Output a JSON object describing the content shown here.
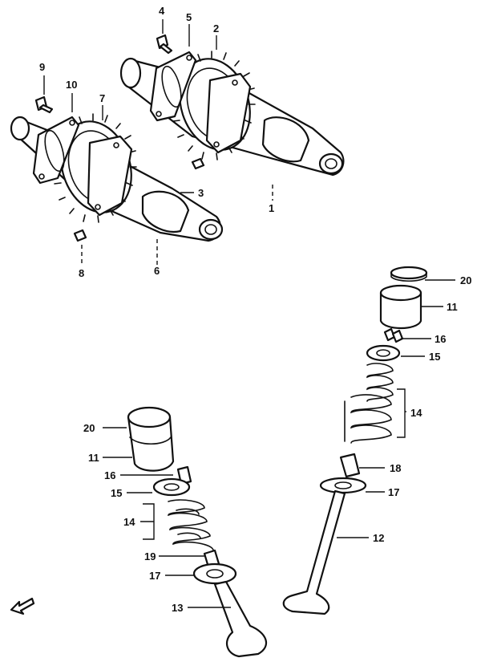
{
  "callouts": {
    "c1": "1",
    "c2": "2",
    "c3": "3",
    "c4": "4",
    "c5": "5",
    "c6": "6",
    "c7": "7",
    "c8": "8",
    "c9": "9",
    "c10": "10",
    "c11a": "11",
    "c11b": "11",
    "c12": "12",
    "c13": "13",
    "c14a": "14",
    "c14b": "14",
    "c15a": "15",
    "c15b": "15",
    "c16a": "16",
    "c16b": "16",
    "c17a": "17",
    "c17b": "17",
    "c18": "18",
    "c19": "19",
    "c20a": "20",
    "c20b": "20"
  },
  "icons": {
    "direction_arrow": "front-arrow-icon"
  }
}
